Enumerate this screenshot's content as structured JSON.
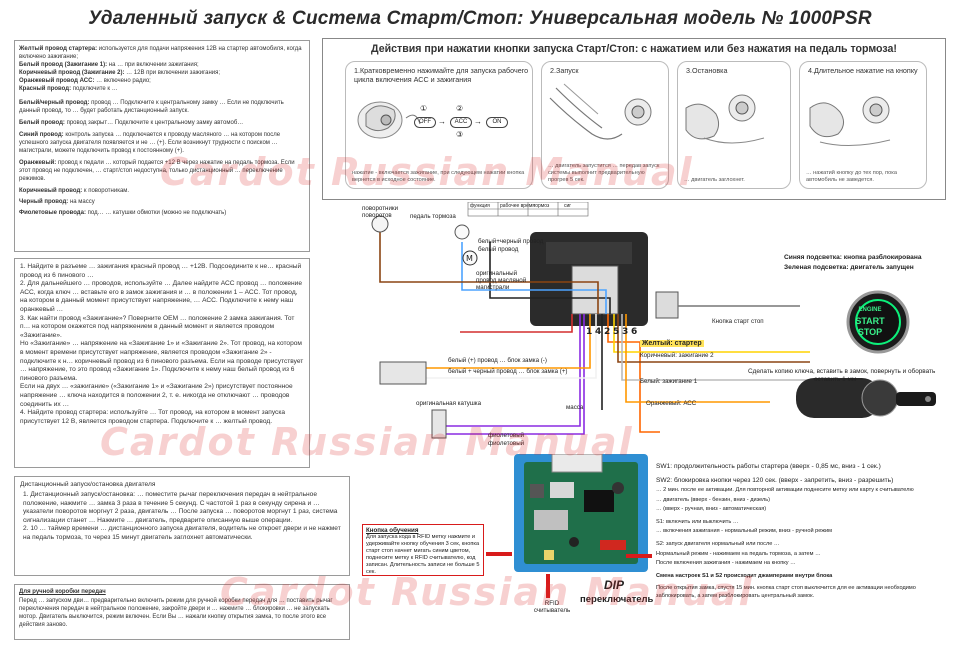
{
  "title": "Удаленный запуск & Система Старт/Стоп: Универсальная модель № 1000PSR",
  "watermark": "Cardot Russian Manual",
  "wires_panel": {
    "lines": [
      {
        "label": "Желтый провод стартера:",
        "text": "используется для подачи напряжения 12В на стартер автомобиля, когда включено зажигание;"
      },
      {
        "label": "Белый провод (Зажигание 1):",
        "text": "на … при включении зажигания;"
      },
      {
        "label": "Коричневый провод (Зажигание 2):",
        "text": "… 12В при включении зажигания;"
      },
      {
        "label": "Оранжевый провод АСС:",
        "text": "… включено радио;"
      },
      {
        "label": "Красный провод:",
        "text": "подключите к …"
      },
      {
        "label": "Белый/черный провод:",
        "text": "провод … Подключите к центральному замку … Если не подключить данный провод, то … будет работать дистанционный запуск."
      },
      {
        "label": "Белый провод:",
        "text": "провод закрыт… Подключите к центральному замку автомоб…"
      },
      {
        "label": "Синий провод:",
        "text": "контроль запуска … подключается к проводу масляного … на котором после успешного запуска двигателя появляется и не … (+). Если возникнут трудности с поиском … магистрали, можете подключить провод к постоянному (+)."
      },
      {
        "label": "Оранжевый:",
        "text": "провод к педали … который подается +12 В через нажатие на педаль тормоза. Если этот провод не подключен, … старт/стоп недоступна, только дистанционный … переключение режимов."
      },
      {
        "label": "Коричневый провод:",
        "text": "к поворотникам."
      },
      {
        "label": "Черный провод:",
        "text": "на массу"
      },
      {
        "label": "Фиолетовые провода:",
        "text": "под… … катушки обмотки (можно не подключать)"
      }
    ]
  },
  "install_panel": {
    "lines": [
      "1. Найдите в разъеме … зажигания красный провод … +12В. Подсоедините к не… красный провод из 6 пинового …",
      "2. Для дальнейшего … проводов, используйте … Далее найдите АСС провод … положение АСС, когда ключ … вставьте его в замок зажигания и … в положении 1 – АСС. Тот провод, на котором в данный момент присутствует напряжение, … АСС. Подключите к нему наш оранжевый …",
      "3. Как найти провод «Зажигание»? Поверните ОЕМ … положение 2 замка зажигания. Тот п… на котором окажется под напряжением в данный момент и является проводом «Зажигание».",
      "Но «Зажигание» … напряжение на «Зажигание 1» и «Зажигание 2». Тот провод, на котором в момент времени присутствует напряжение, является проводом «Зажигание 2» - подключите к н… коричневый провод из 6 пинового разъема. Если на проводе присутствует … напряжение, то это провод «Зажигание 1». Подключите к нему наш белый провод из 6 пинового разъема.",
      "Если на двух … «зажигание» («Зажигание 1» и «Зажигание 2») присутствует постоянное напряжение … ключа находится в положении 2, т. е. никогда не отключают … проводов соединить их …",
      "4. Найдите провод стартера: используйте … Тот провод, на котором в момент запуска присутствует 12 В, является проводом стартера. Подключите к … желтый провод."
    ]
  },
  "distance_panel": {
    "heading": "Дистанционный запуск/остановка двигателя",
    "lines": [
      "1. Дистанционный запуск/остановка: … поместите рычаг переключения передач в нейтральное положение, нажмите … замка 3 раза в течение 5 секунд. С частотой 1 раз в секунду сирена и … указатели поворотов моргнут 2 раза, двигатель … После запуска … поворотов моргнут 1 раз, система сигнализации станет … Нажмите … двигатель, предварите описанную выше операции.",
      "2. 10 … таймер времени … дистанционного запуска двигателя, водитель не откроет двери и не нажмет на педаль тормоза, то через 15 минут двигатель заглохнет автоматически."
    ]
  },
  "manual_panel": {
    "heading": "Для ручной коробки передач",
    "text": "Перед … запуском дви… предварительно включить режим для ручной коробки передач для … поставить рычаг переключения передач в нейтральное положение, закройте двери и … нажмите … блокировки … не запускать мотор. Двигатель выключится, режим включен. Если Вы … нажали кнопку открытия замка, то после этого все действия заново."
  },
  "actions": {
    "title": "Действия при нажатии кнопки запуска Старт/Стоп: с нажатием или без нажатия на педаль тормоза!",
    "steps": [
      {
        "head": "1.Кратковременно нажимайте для запуска рабочего цикла включения АСС и зажигания",
        "foot": "нажатие - включается зажигание, при следующем нажатии кнопка вернется в исходное состояние.",
        "off": "OFF",
        "acc": "ACC",
        "on": "ON",
        "n1": "①",
        "n2": "②",
        "n3": "③"
      },
      {
        "head": "2.Запуск",
        "foot": "… двигатель запустится … передав запуск системы выполнит предварительную прогрев 5 сек."
      },
      {
        "head": "3.Остановка",
        "foot": "… двигатель заглохнет."
      },
      {
        "head": "4.Длительное нажатие на кнопку",
        "foot": "… нажатий кнопку до тех пор, пока автомобиль не заведется."
      }
    ]
  },
  "diagram": {
    "turn_signals": "поворотники поворотов",
    "brake_pedal": "педаль тормоза",
    "oil_line": "оригинальный провод масляной магистрали",
    "mainbox_a": "белый+черный провод",
    "mainbox_b": "белый провод",
    "pins": [
      "1",
      "4",
      "2",
      "5",
      "3",
      "6"
    ],
    "horn_a": "белый (+) провод … блок замка (-)",
    "horn_b": "белый + черный провод … блок замка (+)",
    "coil": "оригинальная катушка",
    "violet1": "фиолетовый",
    "violet2": "фиолетовый",
    "ground": "масса",
    "starter_wire": "Желтый: стартер",
    "ign2": "Коричневый: зажигание 2",
    "ign1": "Белый: зажигание 1",
    "acc": "Оранжевый: АСС",
    "button_wire": "Кнопка старт стоп",
    "blue_led": "Синяя подсветка: кнопка разблокирована",
    "green_led": "Зеленая подсветка: двигатель запущен",
    "engine_btn": [
      "ENGINE",
      "START",
      "STOP"
    ],
    "key_note": "Сделать копию ключа, вставить в замок, повернуть и оборвать",
    "key_note2": "оставить 1 мм",
    "table_head": [
      "функция",
      "рабочее время",
      "тормоз",
      "сиг"
    ]
  },
  "learning": {
    "heading": "Кнопка обучения",
    "text": "Для запуска кода в RFID метку нажмите и удерживайте кнопку обучения 3 сек, кнопка старт стоп начнет мигать синим цветом, поднесите метку к RFID считывателю, код записан. Длительность записи не больше 5 сек.",
    "rfid": "RFID считыватель",
    "dip1": "DIP",
    "dip2": "переключатель"
  },
  "switches": {
    "lines": [
      "SW1: продолжительность работы стартера (вверх - 0,85 мс, вниз - 1 сек.)",
      "SW2: блокировка кнопки через 120 сек. (вверх - запретить, вниз - разрешить)",
      "… 2 мин. после ее активации. Для повторной активации поднесите метку или карту к считывателю",
      "… двигатель (вверх - бензин, вниз - дизель)",
      "… (вверх - ручная, вниз - автоматическая)",
      "S1: включить или выключить …",
      "… включения зажигания - нормальный режим, вниз - ручной режим",
      "S2: запуск двигателя нормальный или после …",
      "Нормальный режим - нажимаем на педаль тормоза, а затем …",
      "После включения зажигания - нажимаем на кнопку …",
      "Смена настроек S1 и S2 происходит джамперами внутри блока",
      "После открытия замка, спустя 15 мин. кнопка старт стоп выключится для ее активации необходимо заблокировать, а затем разблокировать центральный замок."
    ]
  }
}
